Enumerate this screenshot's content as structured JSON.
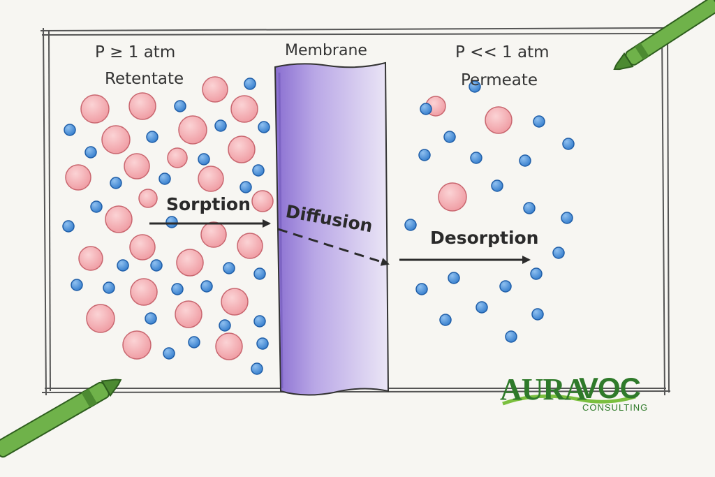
{
  "labels": {
    "pressure_left": "P ≥ 1 atm",
    "retentate": "Retentate",
    "membrane": "Membrane",
    "pressure_right": "P << 1 atm",
    "permeate": "Permeate",
    "sorption": "Sorption",
    "diffusion": "Diffusion",
    "desorption": "Desorption"
  },
  "logo": {
    "name_part1": "AURA",
    "name_part2": "VOC",
    "tagline": "CONSULTING"
  },
  "colors": {
    "paper": "#f7f6f2",
    "frame": "#555555",
    "large_molecule": "#f2a3a8",
    "large_molecule_edge": "#c9666f",
    "small_molecule": "#4a8fd6",
    "small_molecule_edge": "#1f5ea8",
    "membrane_dark": "#8a6fd1",
    "membrane_light": "#e7e1f5",
    "arrow": "#2b2b2b",
    "pen_green": "#6fb24a",
    "logo_green": "#2f7a2a"
  },
  "icons": [
    "green-marker-pen-icon",
    "green-marker-pen-icon"
  ]
}
